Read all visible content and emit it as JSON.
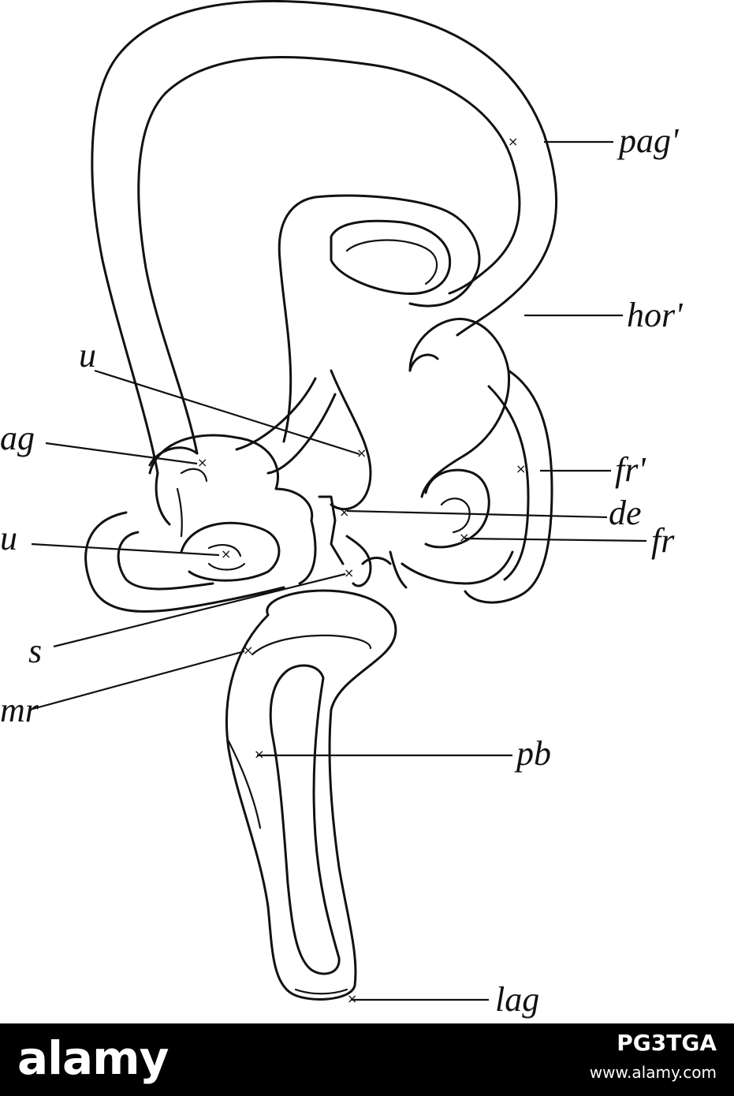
{
  "figure": {
    "labels": {
      "pag_prime": "pag'",
      "hor_prime": "hor'",
      "u_upper": "u",
      "ag_left": "ag",
      "u_left": "u",
      "fr_prime": "fr'",
      "de": "de",
      "fr": "fr",
      "s": "s",
      "mr": "mr",
      "pb": "pb",
      "lag": "lag"
    }
  },
  "watermark": {
    "brand": "alamy",
    "image_code": "PG3TGA",
    "site": "www.alamy.com"
  }
}
